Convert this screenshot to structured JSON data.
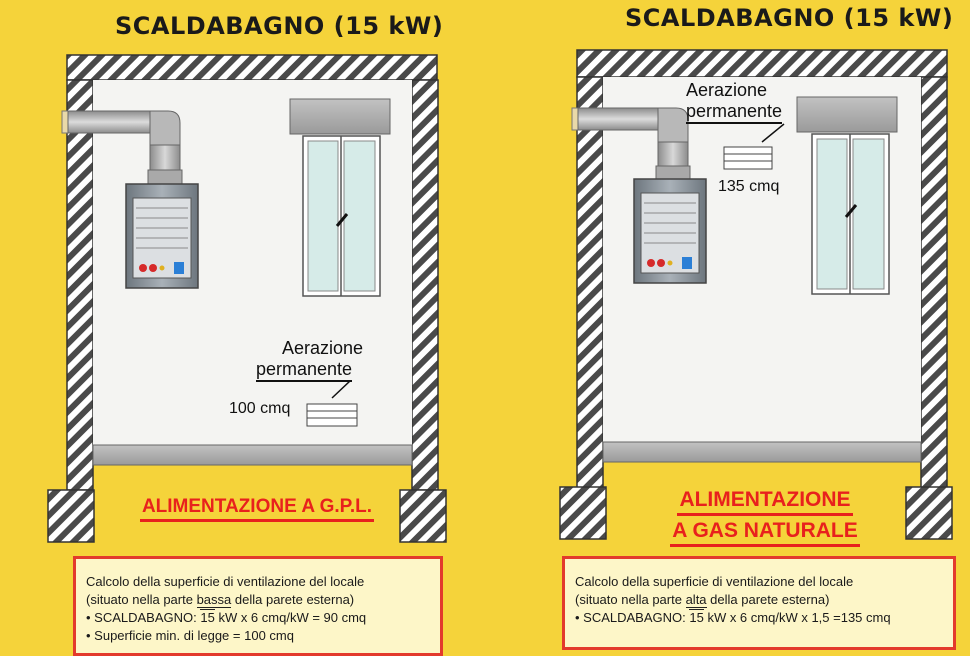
{
  "panels": {
    "left": {
      "title": "SCALDABAGNO (15 kW)",
      "vent_title_1": "Aerazione",
      "vent_title_2": "permanente",
      "vent_area": "100 cmq",
      "supply_1": "ALIMENTAZIONE A G.P.L.",
      "info": {
        "line1": "Calcolo della superficie di ventilazione del locale",
        "line2_a": "(situato nella parte ",
        "line2_b": "bassa",
        "line2_c": " della parete esterna)",
        "line3_a": "• SCALDABAGNO: ",
        "line3_b": "15",
        "line3_c": " kW x 6 cmq/kW = 90 cmq",
        "line4": "• Superficie min. di legge = 100 cmq"
      }
    },
    "right": {
      "title": "SCALDABAGNO (15 kW)",
      "vent_title_1": "Aerazione",
      "vent_title_2": "permanente",
      "vent_area": "135 cmq",
      "supply_1": "ALIMENTAZIONE",
      "supply_2": "A GAS NATURALE",
      "info": {
        "line1": "Calcolo della superficie di ventilazione del locale",
        "line2_a": "(situato nella parte ",
        "line2_b": "alta",
        "line2_c": " della parete esterna)",
        "line3_a": "• SCALDABAGNO: ",
        "line3_b": "15",
        "line3_c": " kW x 6 cmq/kW  x 1,5 =135 cmq"
      }
    }
  },
  "colors": {
    "background": "#f5d33a",
    "wall": "#ffffff",
    "hatch": "#4a4a4a",
    "room": "#f4f4f2",
    "accent_red": "#e8211d",
    "heater": "#8a949c",
    "window_glass": "#d6ebe8"
  }
}
